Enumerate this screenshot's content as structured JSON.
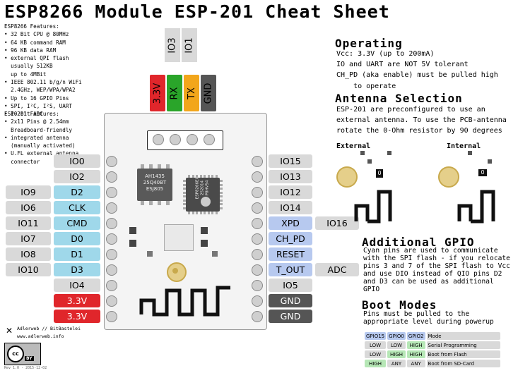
{
  "title": "ESP8266 Module ESP-201 Cheat Sheet",
  "esp8266_features": {
    "heading": "ESP8266 Features:",
    "items": [
      "32 Bit CPU @ 80MHz",
      "64 KB command RAM",
      "96 KB data RAM",
      "external QPI flash\n  usually 512KB\n  up to 4MBit",
      "IEEE 802.11 b/g/n WiFi\n  2.4GHz, WEP/WPA/WPA2",
      "Up to 16 GPIO Pins",
      "SPI, I²C, I²S, UART",
      "10-bit ADC"
    ]
  },
  "esp201_features": {
    "heading": "ESP-201 Features:",
    "items": [
      "2x11 Pins @ 2.54mm\n  Breadboard-friendly",
      "integrated antenna\n  (manually activated)",
      "U.FL external antenna\n  connector"
    ]
  },
  "top_pins": [
    {
      "label": "3.3V",
      "color": "#e0262b"
    },
    {
      "label": "RX",
      "color": "#2aa52a"
    },
    {
      "label": "TX",
      "color": "#f2a61b"
    },
    {
      "label": "GND",
      "color": "#555555"
    }
  ],
  "top_io": [
    "IO3",
    "IO1"
  ],
  "left_pins": [
    {
      "outer": "",
      "label": "IO0",
      "cls": "g"
    },
    {
      "outer": "",
      "label": "IO2",
      "cls": "g"
    },
    {
      "outer": "IO9",
      "label": "D2",
      "cls": "c"
    },
    {
      "outer": "IO6",
      "label": "CLK",
      "cls": "c"
    },
    {
      "outer": "IO11",
      "label": "CMD",
      "cls": "c"
    },
    {
      "outer": "IO7",
      "label": "D0",
      "cls": "c"
    },
    {
      "outer": "IO8",
      "label": "D1",
      "cls": "c"
    },
    {
      "outer": "IO10",
      "label": "D3",
      "cls": "c"
    },
    {
      "outer": "",
      "label": "IO4",
      "cls": "g"
    },
    {
      "outer": "",
      "label": "3.3V",
      "cls": "r"
    },
    {
      "outer": "",
      "label": "3.3V",
      "cls": "r"
    }
  ],
  "right_pins": [
    {
      "label": "IO15",
      "cls": "g",
      "outer": ""
    },
    {
      "label": "IO13",
      "cls": "g",
      "outer": ""
    },
    {
      "label": "IO12",
      "cls": "g",
      "outer": ""
    },
    {
      "label": "IO14",
      "cls": "g",
      "outer": ""
    },
    {
      "label": "XPD",
      "cls": "bl",
      "outer": "IO16"
    },
    {
      "label": "CH_PD",
      "cls": "bl",
      "outer": ""
    },
    {
      "label": "RESET",
      "cls": "bl",
      "outer": ""
    },
    {
      "label": "T_OUT",
      "cls": "bl",
      "outer": "ADC"
    },
    {
      "label": "IO5",
      "cls": "g",
      "outer": ""
    },
    {
      "label": "GND",
      "cls": "dk",
      "outer": ""
    },
    {
      "label": "GND",
      "cls": "dk",
      "outer": ""
    }
  ],
  "chips": {
    "flash": [
      "AH1435",
      "25Q40BT",
      "ESJ805"
    ],
    "soc": [
      "ESP8266EX",
      "252014",
      "P8HV54"
    ]
  },
  "operating": {
    "heading": "Operating",
    "text": "Vcc: 3.3V (up to 200mA)\nIO and UART are NOT 5V tolerant\nCH_PD (aka enable) must be pulled high\n    to operate"
  },
  "antenna": {
    "heading": "Antenna Selection",
    "text": "ESP-201 are preconfigured to use an\nexternal antenna. To use the PCB-antenna\nrotate the 0-Ohm resistor by 90 degrees",
    "external": "External",
    "internal": "Internal",
    "resistor": "0"
  },
  "gpio": {
    "heading": "Additional GPIO",
    "text": "Cyan pins are used to communicate\nwith the SPI flash - if you relocate\npins 3 and 7 of the SPI flash to Vcc\nand use DIO instead of QIO pins D2\nand D3 can be used as additional\nGPIO"
  },
  "boot": {
    "heading": "Boot Modes",
    "text": "Pins must be pulled to the\nappropriate level during powerup",
    "headers": [
      "GPIO15",
      "GPIO0",
      "GPIO2",
      "Mode"
    ],
    "rows": [
      [
        "LOW",
        "LOW",
        "HIGH",
        "Serial Programming"
      ],
      [
        "LOW",
        "HIGH",
        "HIGH",
        "Boot from Flash"
      ],
      [
        "HIGH",
        "ANY",
        "ANY",
        "Boot from SD-Card"
      ]
    ]
  },
  "credits": {
    "author": "Adlerweb // BitBastelei",
    "url": "www.adlerweb.info",
    "license": "cc BY",
    "rev": "Rev 1.0 - 2015-12-02"
  }
}
